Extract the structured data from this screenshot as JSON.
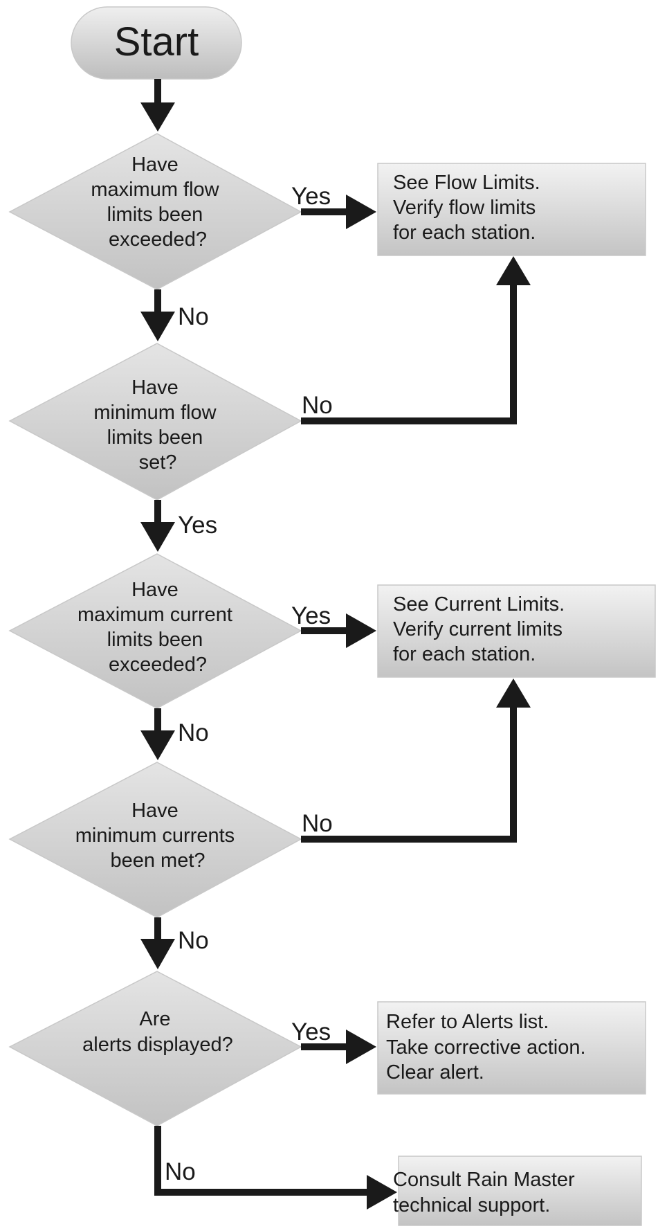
{
  "start": {
    "label": "Start"
  },
  "decisions": [
    {
      "id": "max-flow",
      "lines": [
        "Have",
        "maximum flow",
        "limits been",
        "exceeded?"
      ]
    },
    {
      "id": "min-flow",
      "lines": [
        "Have",
        "minimum flow",
        "limits been",
        "set?"
      ]
    },
    {
      "id": "max-current",
      "lines": [
        "Have",
        "maximum current",
        "limits been",
        "exceeded?"
      ]
    },
    {
      "id": "min-current",
      "lines": [
        "Have",
        "minimum currents",
        "been met?"
      ]
    },
    {
      "id": "alerts",
      "lines": [
        "Are",
        "alerts displayed?"
      ]
    }
  ],
  "actions": [
    {
      "id": "flow-limits",
      "lines": [
        "See Flow Limits.",
        "Verify flow limits",
        "for each station."
      ]
    },
    {
      "id": "current-limits",
      "lines": [
        "See Current Limits.",
        "Verify current limits",
        "for each station."
      ]
    },
    {
      "id": "alerts-list",
      "lines": [
        "Refer to Alerts list.",
        "Take corrective action.",
        "Clear alert."
      ]
    },
    {
      "id": "support",
      "lines": [
        "Consult Rain Master",
        "technical support."
      ]
    }
  ],
  "connector_labels": {
    "max_flow_yes": "Yes",
    "max_flow_no": "No",
    "min_flow_no": "No",
    "min_flow_yes": "Yes",
    "max_current_yes": "Yes",
    "max_current_no": "No",
    "min_current_no": "No",
    "min_current_no_down": "No",
    "alerts_yes": "Yes",
    "alerts_no": "No"
  },
  "colors": {
    "connector": "#1a1a1a",
    "shape_light": "#f0f0f0",
    "shape_dark": "#c4c4c4"
  }
}
